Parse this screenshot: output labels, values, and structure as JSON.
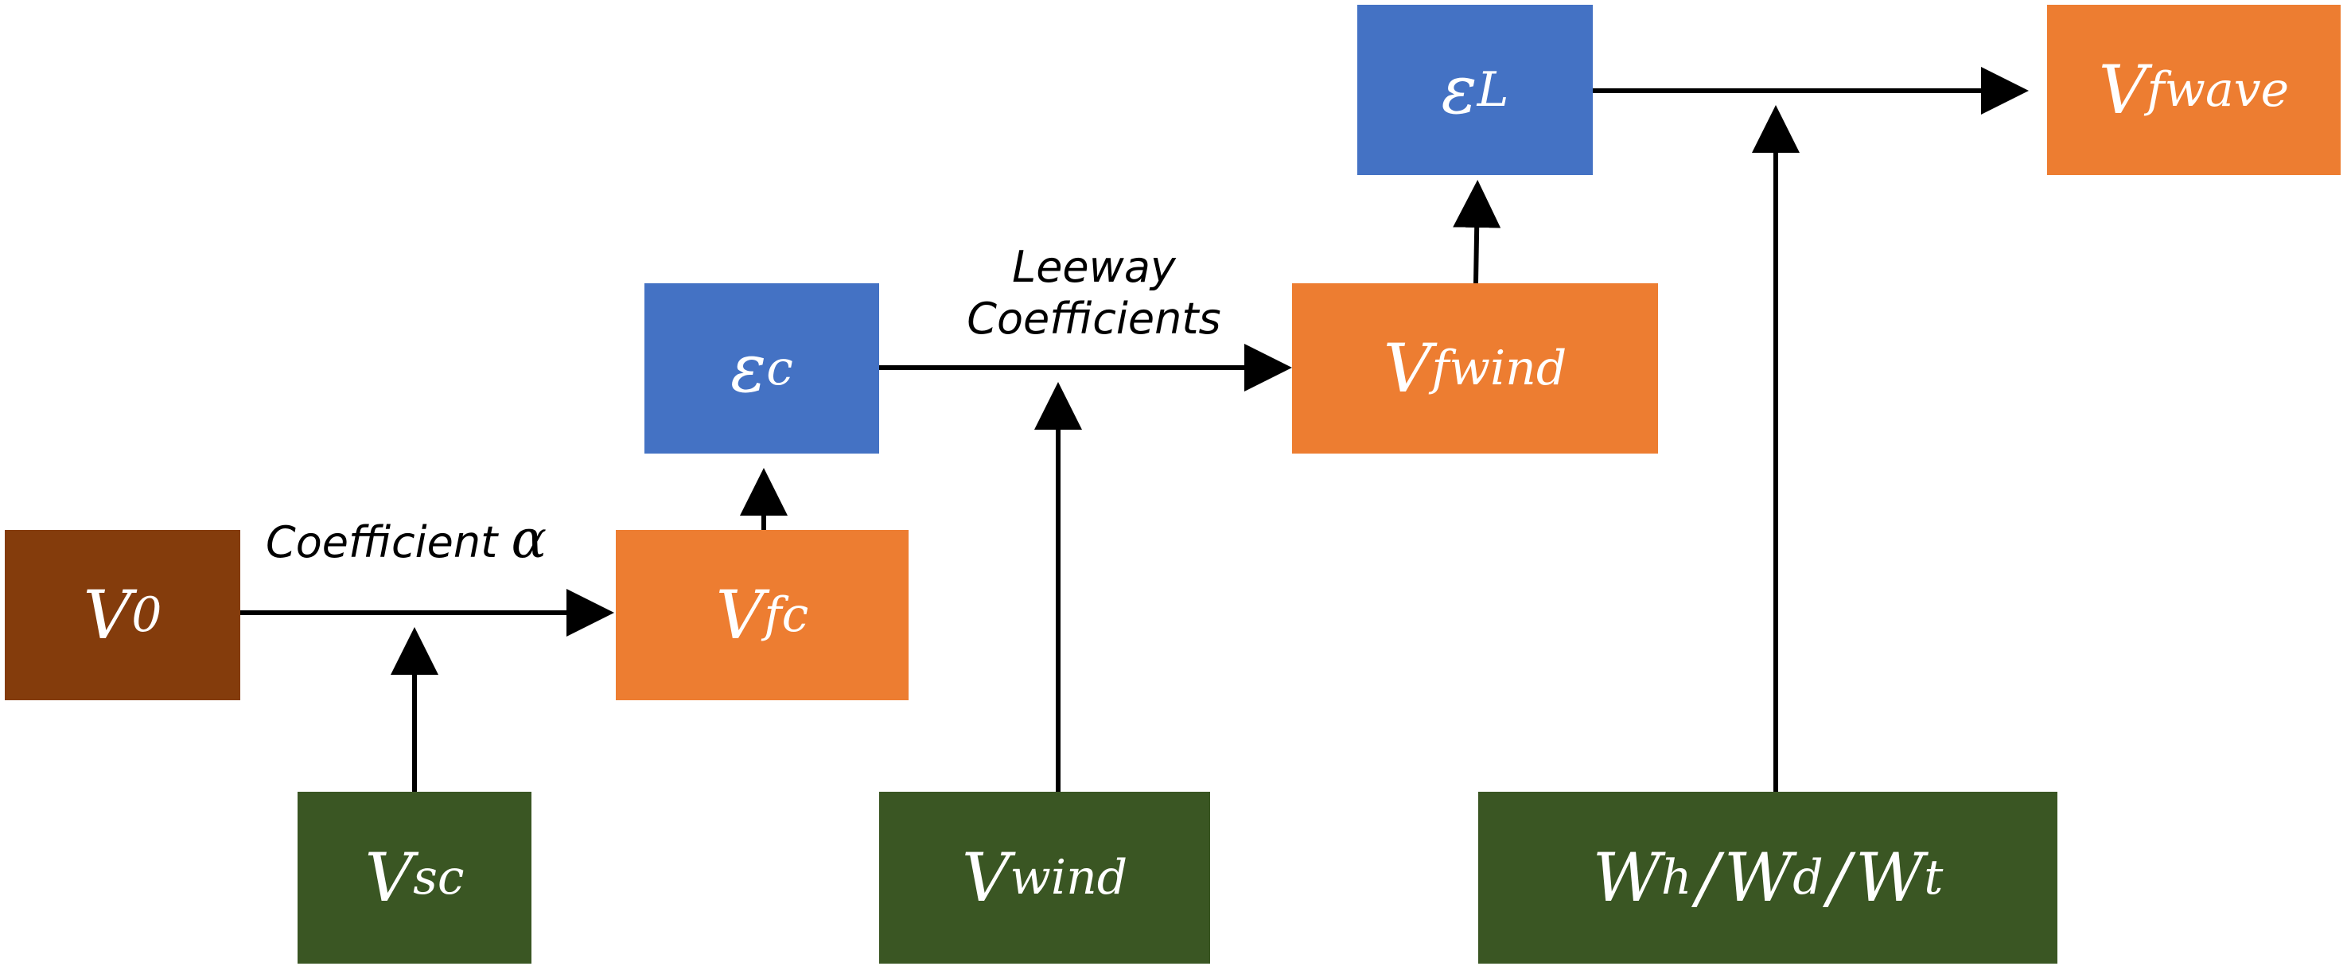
{
  "colors": {
    "brown": "#843C0C",
    "orange": "#ED7D31",
    "blue": "#4472C4",
    "green": "#3A5623",
    "edge": "#000000"
  },
  "nodes": {
    "v0": {
      "main": "V",
      "sub": "0"
    },
    "vsc": {
      "main": "V",
      "sub": "sc"
    },
    "vfc": {
      "main": "V",
      "sub": "fc"
    },
    "ec": {
      "main": "ε",
      "sub": "c"
    },
    "vwind": {
      "main": "V",
      "sub": "wind"
    },
    "vfwind": {
      "main": "V",
      "sub": "fwind"
    },
    "el": {
      "main": "ε",
      "sub": "L"
    },
    "vfwave": {
      "main": "V",
      "sub": "fwave"
    },
    "w": {
      "main1": "W",
      "sub1": "h",
      "sep1": "/",
      "main2": "W",
      "sub2": "d",
      "sep2": "/",
      "main3": "W",
      "sub3": "t"
    }
  },
  "labels": {
    "coefficient_alpha_text": "Coefficient",
    "coefficient_alpha_symbol": "α",
    "leeway_line1": "Leeway",
    "leeway_line2": "Coefficients"
  }
}
